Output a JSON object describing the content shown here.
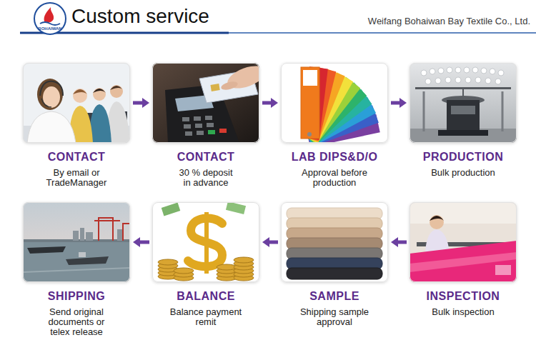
{
  "diagram": {
    "title": "Custom service",
    "nodes": [
      {
        "text": [
          "CONTACT",
          "By email or TradeManager"
        ]
      },
      {
        "text": [
          "CONTACT",
          "30 % deposit in advance"
        ]
      },
      {
        "text": [
          "LAB DIPS&D/O",
          "Approval before production"
        ]
      },
      {
        "text": [
          "PRODUCTION",
          "Bulk production"
        ]
      },
      {
        "text": [
          "INSPECTION",
          "Bulk inspection"
        ]
      },
      {
        "text": [
          "SAMPLE",
          "Shipping sample approval"
        ]
      },
      {
        "text": [
          "BALANCE",
          "Balance payment remit"
        ]
      },
      {
        "text": [
          "SHIPPING",
          "Send original documents or telex release"
        ]
      }
    ],
    "edges": [
      {
        "from": 0,
        "to": 1,
        "arrow": "to"
      },
      {
        "from": 1,
        "to": 2,
        "arrow": "to"
      },
      {
        "from": 2,
        "to": 3,
        "arrow": "to"
      },
      {
        "from": 4,
        "to": 5,
        "arrow": "to"
      },
      {
        "from": 5,
        "to": 6,
        "arrow": "to"
      },
      {
        "from": 6,
        "to": 7,
        "arrow": "to"
      }
    ],
    "labels": [
      "Weifang Bohaiwan Bay Textile Co., Ltd.",
      "BOHAIWAN"
    ]
  }
}
